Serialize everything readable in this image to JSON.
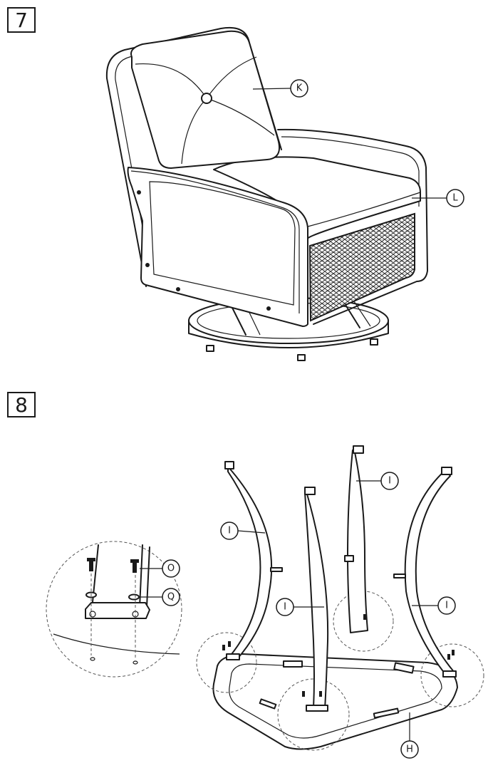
{
  "steps": [
    {
      "number": "7"
    },
    {
      "number": "8"
    }
  ],
  "callouts": {
    "k": "K",
    "l": "L",
    "i": "I",
    "o": "O",
    "q": "Q",
    "h": "H"
  },
  "icons": [
    "swivel-chair-assembled",
    "leg",
    "base-ring",
    "bolt",
    "washer",
    "detail-magnifier"
  ]
}
